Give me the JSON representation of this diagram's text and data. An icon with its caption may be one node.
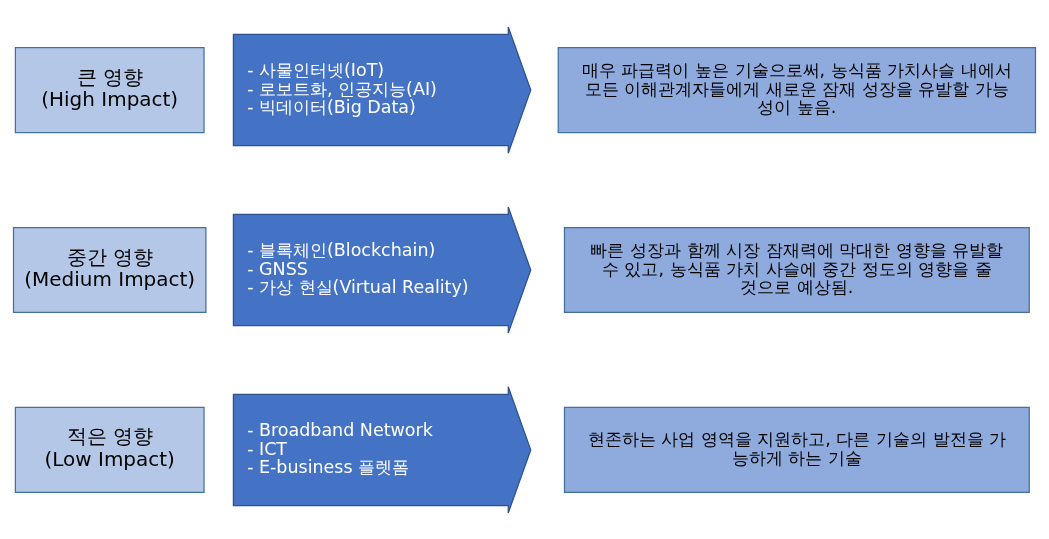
{
  "diagram": {
    "nodes": [
      {
        "text": [
          "큰 영향",
          "(High Impact)"
        ]
      },
      {
        "text": [
          "- 사물인터넷(IoT)",
          "- 로보트화, 인공지능(AI)",
          "- 빅데이터(Big Data)"
        ]
      },
      {
        "text": [
          "매우 파급력이 높은 기술으로써, 농식품 가치사슬 내에서 모든 이해관계자들에게 새로운 잠재 성장을 유발할 가능성이 높음."
        ]
      },
      {
        "text": [
          "중간 영향",
          "(Medium Impact)"
        ]
      },
      {
        "text": [
          "- 블록체인(Blockchain)",
          "- GNSS",
          "- 가상 현실(Virtual Reality)"
        ]
      },
      {
        "text": [
          "빠른 성장과 함께 시장 잠재력에 막대한 영향을 유발할 수 있고, 농식품 가치 사슬에 중간 정도의 영향을 줄 것으로 예상됨."
        ]
      },
      {
        "text": [
          "적은 영향",
          "(Low Impact)"
        ]
      },
      {
        "text": [
          "- Broadband Network",
          "- ICT",
          "- E-business 플렛폼"
        ]
      },
      {
        "text": [
          "현존하는 사업 영역을 지원하고, 다른 기술의 발전을 가능하게 하는 기술"
        ]
      }
    ]
  }
}
